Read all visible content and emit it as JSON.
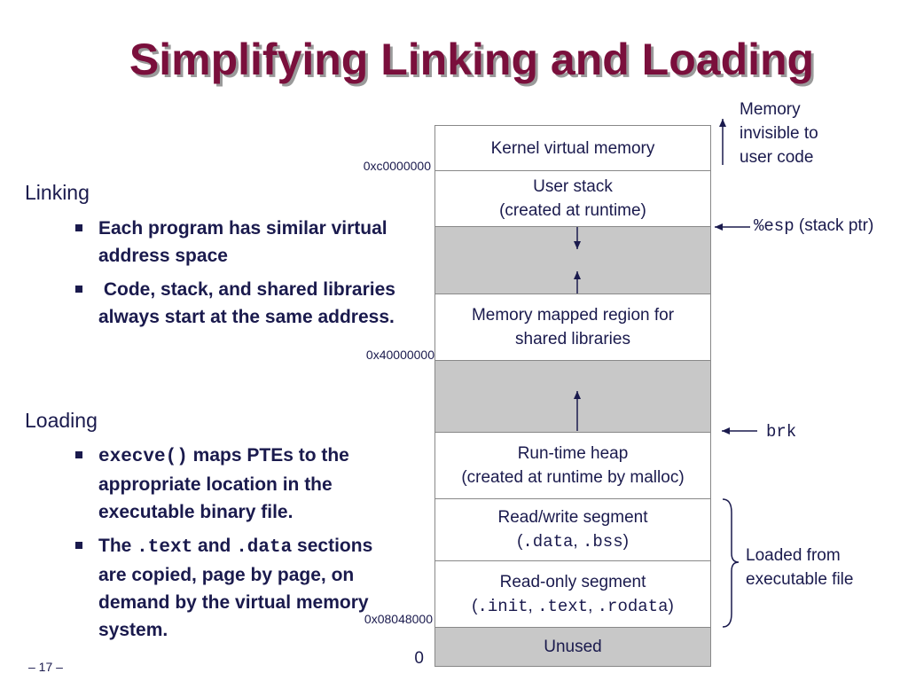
{
  "title": "Simplifying Linking and Loading",
  "linking": {
    "heading": "Linking",
    "bullet1": "Each program has similar virtual address space",
    "bullet2": " Code, stack, and shared libraries always start at the same address."
  },
  "loading": {
    "heading": "Loading",
    "bullet1_code": "execve()",
    "bullet1_text": " maps PTEs to the appropriate location in the executable binary file.",
    "bullet2_pre": "The ",
    "bullet2_code1": ".text",
    "bullet2_mid": " and ",
    "bullet2_code2": ".data",
    "bullet2_post": " sections are copied, page by page, on demand by the virtual memory system."
  },
  "memory": {
    "kernel": "Kernel virtual memory",
    "user_stack_1": "User stack",
    "user_stack_2": "(created at runtime)",
    "mmap_1": "Memory mapped region for",
    "mmap_2": "shared libraries",
    "heap_1": "Run-time heap",
    "heap_2": "(created at runtime by malloc)",
    "rw_1": "Read/write segment",
    "rw_open": "(",
    "rw_data": ".data",
    "rw_sep": ", ",
    "rw_bss": ".bss",
    "rw_close": ")",
    "ro_1": "Read-only segment",
    "ro_open": "(",
    "ro_init": ".init",
    "ro_sep1": ", ",
    "ro_text": ".text",
    "ro_sep2": ", ",
    "ro_rodata": ".rodata",
    "ro_close": ")",
    "unused": "Unused"
  },
  "addresses": {
    "kernel_start": "0xc0000000",
    "mmap_start": "0x40000000",
    "code_start": "0x08048000",
    "zero": "0"
  },
  "annotations": {
    "invisible_1": "Memory",
    "invisible_2": "invisible to",
    "invisible_3": "user code",
    "esp_code": "%esp",
    "esp_text": " (stack ptr)",
    "brk": "brk",
    "loaded_1": "Loaded from",
    "loaded_2": "executable file"
  },
  "footer": "– 17 –",
  "colors": {
    "title": "#7a0f3c",
    "text": "#1a1a4d",
    "gray_region": "#c8c8c8"
  }
}
